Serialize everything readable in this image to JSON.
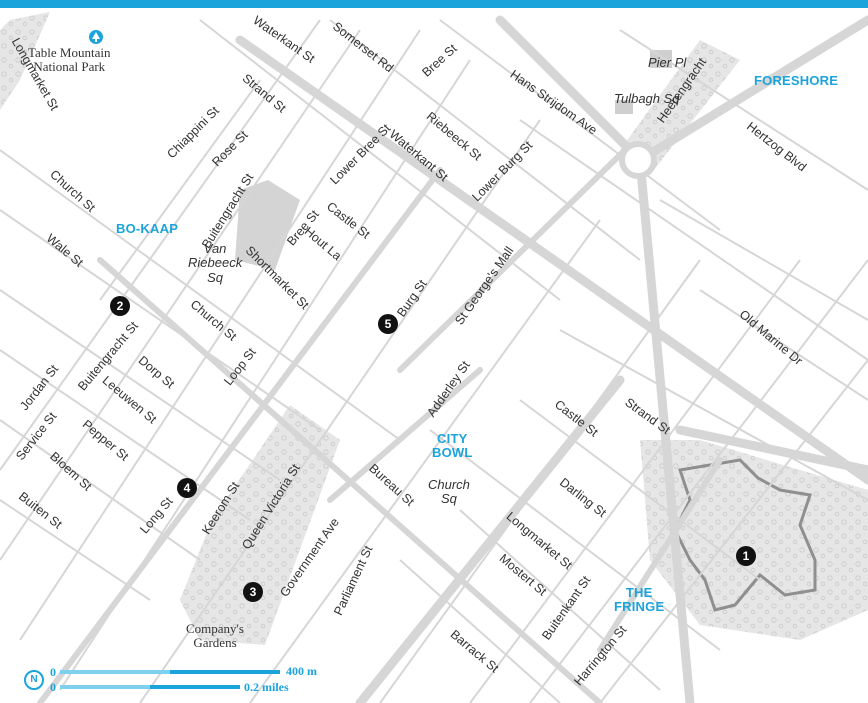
{
  "colors": {
    "accent": "#1ba4dc",
    "road": "#d6d6d6",
    "park": "#e3e3e3",
    "label": "#333333",
    "marker": "#111111"
  },
  "areas": [
    {
      "text": "BO-KAAP"
    },
    {
      "text": "CITY\nBOWL"
    },
    {
      "text": "THE\nFRINGE"
    },
    {
      "text": "FORESHORE"
    }
  ],
  "places": [
    {
      "text": "Van\nRiebeeck\nSq"
    },
    {
      "text": "Church\nSq"
    },
    {
      "text": "Pier Pl"
    },
    {
      "text": "Tulbagh Sq"
    }
  ],
  "pois": [
    {
      "text": "Table Mountain\nNational Park",
      "icon": "tree-icon"
    },
    {
      "text": "Company's\nGardens"
    }
  ],
  "markers": [
    "1",
    "2",
    "3",
    "4",
    "5"
  ],
  "streets": [
    "Waterkant St",
    "Somerset Rd",
    "Bree St",
    "Hans Strijdom Ave",
    "Heerengracht",
    "Hertzog Blvd",
    "Longmarket St",
    "Strand St",
    "Chiappini St",
    "Rose St",
    "Riebeeck St",
    "Waterkant St",
    "Lower Burg St",
    "Lower Bree St",
    "Church St",
    "Buitengracht St",
    "Castle St",
    "Bree St",
    "Hout La",
    "Shortmarket St",
    "Wale St",
    "Burg St",
    "St George's Mall",
    "Church St",
    "Buitengracht St",
    "Old Marine Dr",
    "Loop St",
    "Dorp St",
    "Jordan St",
    "Service St",
    "Leeuwen St",
    "Adderley St",
    "Castle St",
    "Strand St",
    "Pepper St",
    "Bloem St",
    "Queen Victoria St",
    "Bureau St",
    "Keerom St",
    "Buiten St",
    "Long St",
    "Government Ave",
    "Parliament St",
    "Darling St",
    "Longmarket St",
    "Mostert St",
    "Buitenkant St",
    "Barrack St",
    "Harrington St"
  ],
  "scale": {
    "metric": "400 m",
    "imperial": "0.2 miles",
    "zero": "0",
    "north": "N"
  }
}
